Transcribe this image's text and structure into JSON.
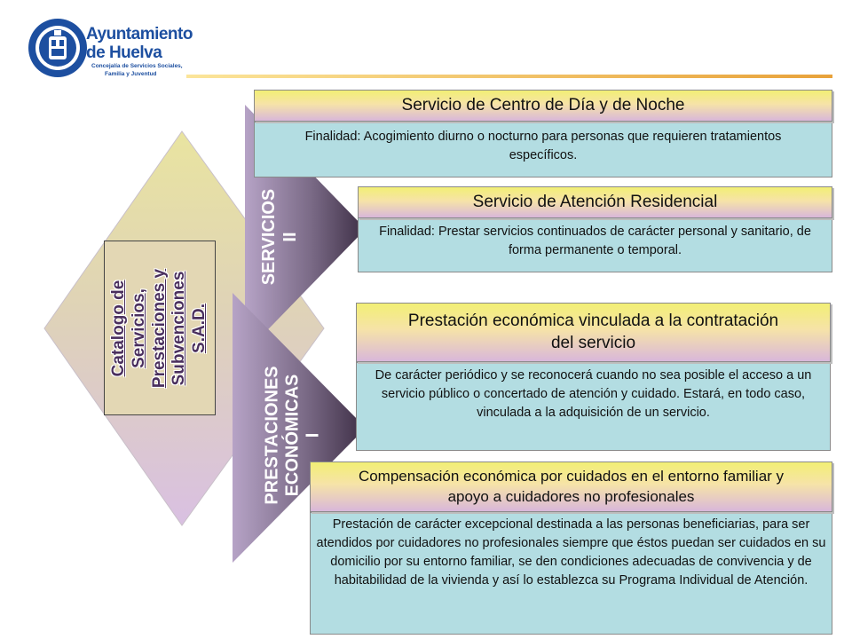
{
  "logo": {
    "name_line1": "Ayuntamiento",
    "name_line2": "de Huelva",
    "sub_line1": "Concejalía de Servicios Sociales,",
    "sub_line2": "Familia y Juventud"
  },
  "catalog": {
    "line1": "Catalogo de",
    "line2": "Servicios,",
    "line3": "Prestaciones y",
    "line4": "Subvenciones",
    "line5": "S.A.D."
  },
  "servicios": {
    "label_line1": "SERVICIOS",
    "label_line2": "II"
  },
  "prestaciones": {
    "label_line1": "PRESTACIONES",
    "label_line2": "ECONÓMICAS",
    "label_line3": "I"
  },
  "items": [
    {
      "title": "Servicio de Centro de Día y de Noche",
      "desc": "Finalidad: Acogimiento diurno o nocturno para personas que requieren tratamientos específicos."
    },
    {
      "title": "Servicio de Atención Residencial",
      "desc": "Finalidad: Prestar servicios continuados de carácter personal y sanitario, de forma permanente o temporal."
    },
    {
      "title": "Prestación económica vinculada a la contratación del servicio",
      "desc": "De carácter periódico y se reconocerá cuando no sea posible el acceso a un servicio público o concertado de atención y cuidado. Estará, en todo caso, vinculada a la adquisición de un servicio."
    },
    {
      "title": "Compensación económica por cuidados en el entorno familiar y apoyo a cuidadores no profesionales",
      "desc": "Prestación de carácter excepcional destinada a las personas beneficiarias, para ser atendidos por cuidadores no profesionales siempre que éstos puedan ser cuidados en su domicilio por su entorno familiar, se den condiciones adecuadas de convivencia y de habitabilidad de la vivienda y así lo establezca su Programa Individual de Atención."
    }
  ],
  "colors": {
    "logo_blue": "#1d4fa0",
    "desc_bg": "#b3dde2",
    "diamond_top": "#e9e4a0",
    "diamond_bottom": "#d9c0e2",
    "triangle_dark": "#3d2e45",
    "triangle_light": "#b6a3c6"
  }
}
